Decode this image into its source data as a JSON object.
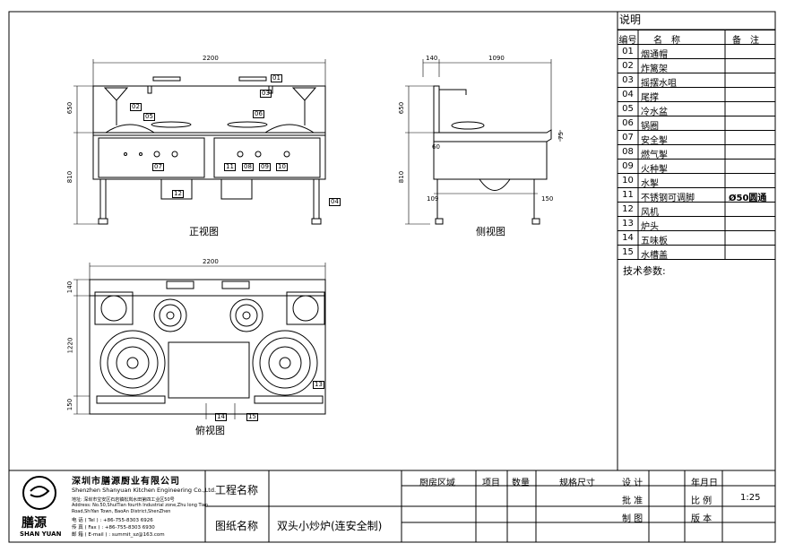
{
  "views": {
    "front_label": "正视图",
    "side_label": "侧视图",
    "top_label": "俯视图"
  },
  "dimensions": {
    "front_width": "2200",
    "front_h1": "650",
    "front_h2": "810",
    "side_w1": "140",
    "side_w2": "1090",
    "side_h1": "650",
    "side_h2": "810",
    "side_h3": "75",
    "side_d1": "60",
    "side_d2": "109",
    "side_d3": "150",
    "top_width": "2200",
    "top_h1": "140",
    "top_h2": "1220",
    "top_h3": "150"
  },
  "callouts": [
    "01",
    "02",
    "03",
    "04",
    "05",
    "06",
    "07",
    "08",
    "09",
    "10",
    "11",
    "12",
    "13",
    "14",
    "15"
  ],
  "legend": {
    "title": "说明",
    "head_no": "编号",
    "head_name": "名　称",
    "head_remark": "备　注",
    "items": [
      {
        "no": "01",
        "name": "烟通帽",
        "remark": ""
      },
      {
        "no": "02",
        "name": "炸篱架",
        "remark": ""
      },
      {
        "no": "03",
        "name": "摇摆水咀",
        "remark": ""
      },
      {
        "no": "04",
        "name": "尾撑",
        "remark": ""
      },
      {
        "no": "05",
        "name": "冷水盆",
        "remark": ""
      },
      {
        "no": "06",
        "name": "锅圈",
        "remark": ""
      },
      {
        "no": "07",
        "name": "安全掣",
        "remark": ""
      },
      {
        "no": "08",
        "name": "燃气掣",
        "remark": ""
      },
      {
        "no": "09",
        "name": "火种掣",
        "remark": ""
      },
      {
        "no": "10",
        "name": "水掣",
        "remark": ""
      },
      {
        "no": "11",
        "name": "不锈钢可调脚",
        "remark": "Ø50圆通"
      },
      {
        "no": "12",
        "name": "风机",
        "remark": ""
      },
      {
        "no": "13",
        "name": "炉头",
        "remark": ""
      },
      {
        "no": "14",
        "name": "五味板",
        "remark": ""
      },
      {
        "no": "15",
        "name": "水槽盖",
        "remark": ""
      }
    ],
    "tech": "技术参数:"
  },
  "company": {
    "name_cn": "深圳市膳源厨业有限公司",
    "name_en": "Shenzhen Shanyuan Kitchen Engineering Co.,Ltd.",
    "addr_cn": "地址: 深圳市宝安区石岩镇松岚水田第四工业区50号",
    "addr_en1": "Address: No.50,ShuiTian fourth Industrial zone,Zhu long Tian",
    "addr_en2": "Road,ShiYan Town, BaoAn District,ShenZhen",
    "tel": "电 话 ( Tel ) : +86-755-8303 6926",
    "fax": "传 真 ( Fax ) : +86-755-8303 6930",
    "email": "邮 箱 ( E-mail ) : summit_sz@163.com",
    "logo_cn": "膳源",
    "logo_en": "SHAN YUAN"
  },
  "titleblock": {
    "project_label": "工程名称",
    "project_value": "",
    "drawing_label": "图纸名称",
    "drawing_value": "双头小炒炉(连安全制)",
    "col_area": "厨房区域",
    "col_item": "项目",
    "col_qty": "数量",
    "col_spec": "规格尺寸",
    "design": "设 计",
    "approve": "批 准",
    "draw": "制 图",
    "date": "年月日",
    "scale_label": "比 例",
    "scale_value": "1:25",
    "version": "版 本"
  }
}
